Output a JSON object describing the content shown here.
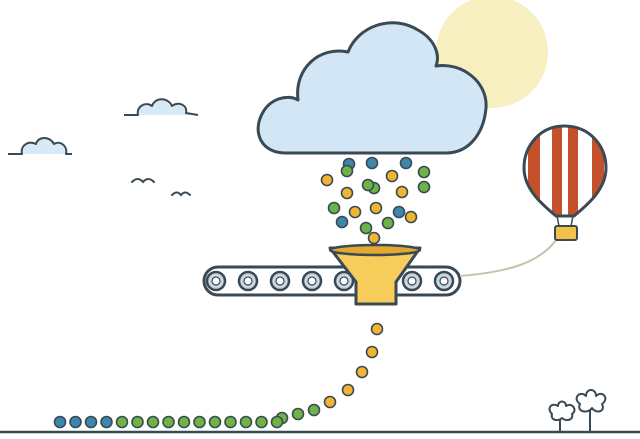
{
  "colors": {
    "background": "#ffffff",
    "outline": "#3a4a55",
    "cloud_fill": "#d3e6f5",
    "small_cloud_fill": "#d9eaf7",
    "sun_fill": "#f8efc0",
    "funnel_fill": "#f6cd5a",
    "funnel_dark": "#e2a92f",
    "belt_fill": "#ffffff",
    "roller_fill": "#c9d7e0",
    "balloon_red": "#c4502c",
    "balloon_white": "#ffffff",
    "basket": "#f3c14a",
    "rope": "#c8c1ac",
    "dot_blue": "#3d87ad",
    "dot_green": "#6fb246",
    "dot_yellow": "#f2b532",
    "ground": "#3a4a55",
    "plant_fill": "#ffffff"
  },
  "icons": {
    "main_cloud": "cloud-icon",
    "sun": "sun-icon",
    "funnel": "funnel-icon",
    "conveyor": "conveyor-belt-icon",
    "balloon": "hot-air-balloon-icon",
    "birds": "bird-icon",
    "plants": "plant-icon"
  },
  "falling_dots": [
    {
      "color": "blue"
    },
    {
      "color": "blue"
    },
    {
      "color": "blue"
    },
    {
      "color": "yellow"
    },
    {
      "color": "green"
    },
    {
      "color": "green"
    },
    {
      "color": "yellow"
    },
    {
      "color": "green"
    },
    {
      "color": "yellow"
    },
    {
      "color": "green"
    },
    {
      "color": "yellow"
    },
    {
      "color": "green"
    },
    {
      "color": "green"
    },
    {
      "color": "yellow"
    },
    {
      "color": "blue"
    },
    {
      "color": "yellow"
    },
    {
      "color": "blue"
    },
    {
      "color": "green"
    },
    {
      "color": "green"
    },
    {
      "color": "yellow"
    },
    {
      "color": "yellow"
    }
  ],
  "output_dots": [
    {
      "color": "yellow"
    },
    {
      "color": "yellow"
    },
    {
      "color": "yellow"
    },
    {
      "color": "yellow"
    },
    {
      "color": "yellow"
    },
    {
      "color": "green"
    },
    {
      "color": "green"
    },
    {
      "color": "green"
    }
  ],
  "ground_dots": [
    {
      "color": "blue"
    },
    {
      "color": "blue"
    },
    {
      "color": "blue"
    },
    {
      "color": "blue"
    },
    {
      "color": "green"
    },
    {
      "color": "green"
    },
    {
      "color": "green"
    },
    {
      "color": "green"
    },
    {
      "color": "green"
    },
    {
      "color": "green"
    },
    {
      "color": "green"
    },
    {
      "color": "green"
    },
    {
      "color": "green"
    },
    {
      "color": "green"
    },
    {
      "color": "green"
    }
  ],
  "rollers_count": 8
}
